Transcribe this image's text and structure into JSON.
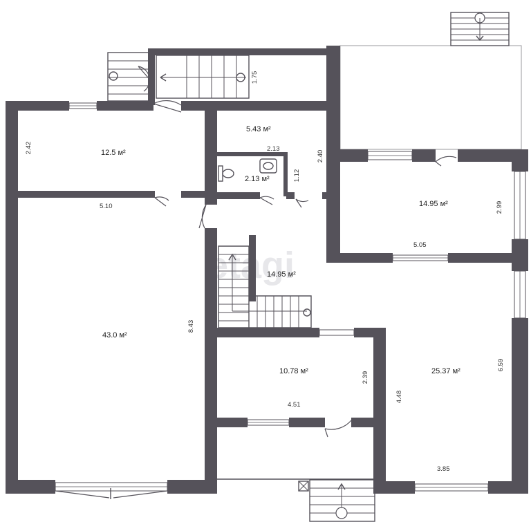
{
  "watermark": "etagi",
  "rooms": [
    {
      "id": "room-bedroom-top-left",
      "area": "12.5 м²",
      "dims": [
        "2.42",
        "5.10"
      ]
    },
    {
      "id": "room-storage",
      "area": "5.43 м²",
      "dims": [
        "2.13",
        "2.40"
      ]
    },
    {
      "id": "room-bathroom",
      "area": "2.13 м²",
      "dims": [
        "1.12"
      ]
    },
    {
      "id": "room-bedroom-right",
      "area": "14.95 м²",
      "dims": [
        "2.99",
        "5.05"
      ]
    },
    {
      "id": "room-hall",
      "area": "14.95 м²",
      "dims": []
    },
    {
      "id": "room-living",
      "area": "43.0 м²",
      "dims": [
        "8.43"
      ]
    },
    {
      "id": "room-middle",
      "area": "10.78 м²",
      "dims": [
        "2.39",
        "4.51"
      ]
    },
    {
      "id": "room-bottom-right",
      "area": "25.37 м²",
      "dims": [
        "6.59",
        "4.48",
        "3.85"
      ]
    }
  ],
  "extra_dims": {
    "porch_top": "1.75"
  }
}
